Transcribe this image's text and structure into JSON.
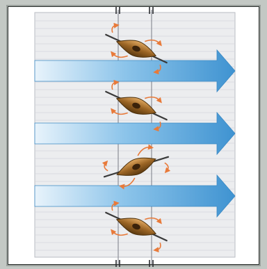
{
  "colors": {
    "background": "#c3c8c4",
    "panel": "#ffffff",
    "lane": "#ecedef",
    "grid_line": "#8b8e96",
    "stripe": "#d4d6dc",
    "flow_arrow": "#4a9dd6",
    "flow_arrow_light": "#e8f3fb",
    "boat_body": "#8a5a1c",
    "boat_highlight": "#d9a05a",
    "paddle": "#3a3a3a",
    "motion_arrow": "#e87a3a"
  },
  "icons": {
    "flow_arrow": "right-arrow-icon",
    "boat": "canoe-icon",
    "motion": "curved-arrow-icon",
    "tick_marks": "double-tick-icon"
  },
  "diagram": {
    "lanes": 4,
    "flow_arrows": 3,
    "boats": 4,
    "boat_orientation": [
      "tilt-down-right",
      "tilt-down-right",
      "tilt-up-right",
      "tilt-down-right"
    ]
  }
}
